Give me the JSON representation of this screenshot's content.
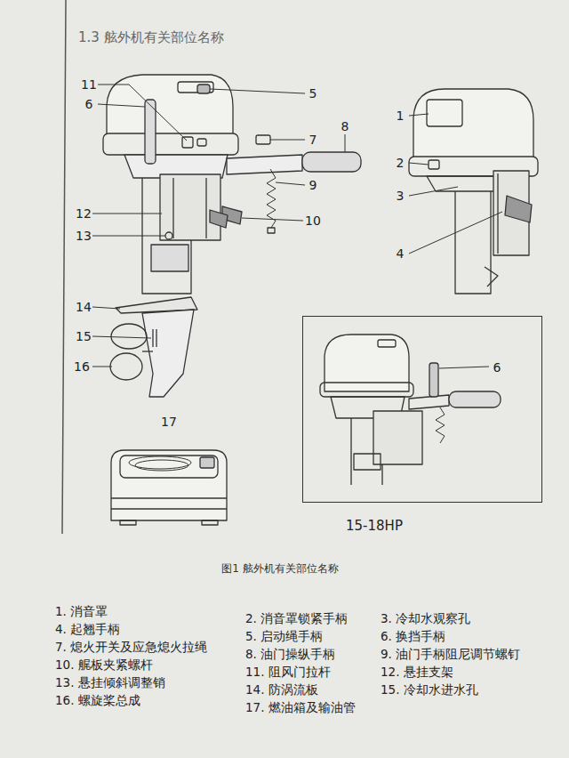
{
  "diagram": {
    "title": "1.3 舷外机有关部位名称",
    "caption": "图1 舷外机有关部位名称",
    "nodes": [
      {
        "text": [
          "6",
          "15-18HP"
        ]
      }
    ],
    "labels": [
      "11",
      "6",
      "5",
      "7",
      "8",
      "9",
      "10",
      "12",
      "13",
      "14",
      "15",
      "16",
      "1",
      "2",
      "3",
      "4",
      "17",
      "1. 消音罩",
      "2. 消音罩锁紧手柄",
      "3. 冷却水观察孔",
      "4. 起翘手柄",
      "5. 启动绳手柄",
      "6. 换挡手柄",
      "7. 熄火开关及应急熄火拉绳",
      "8. 油门操纵手柄",
      "9. 油门手柄阻尼调节螺钉",
      "10. 艉板夹紧螺杆",
      "11. 阻风门拉杆",
      "12. 悬挂支架",
      "13. 悬挂倾斜调整销",
      "14. 防涡流板",
      "15. 冷却水进水孔",
      "16. 螺旋桨总成",
      "17. 燃油箱及输油管"
    ]
  }
}
